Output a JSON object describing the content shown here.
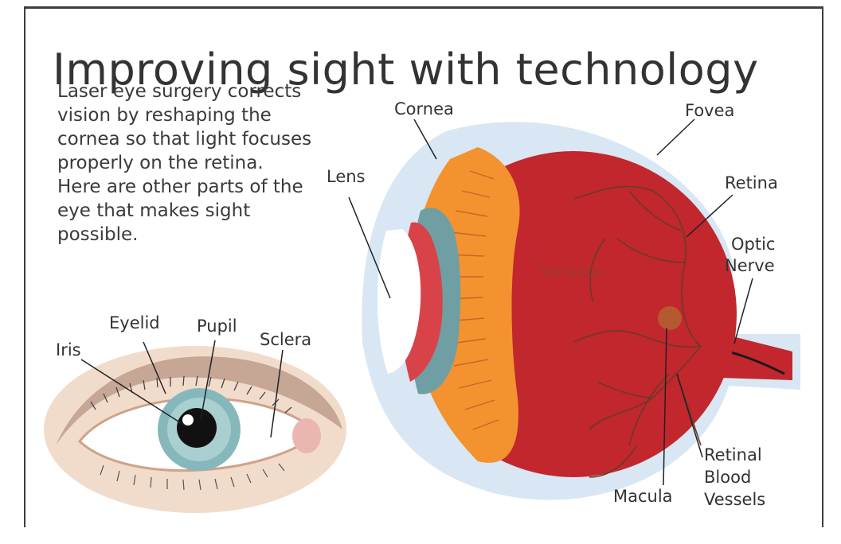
{
  "title": "Improving sight with technology",
  "intro": "Laser eye surgery corrects vision by reshaping the cornea so that light focuses properly on the retina. Here are other parts of the eye that makes sight possible.",
  "external_eye_labels": {
    "eyelid": "Eyelid",
    "pupil": "Pupil",
    "iris": "Iris",
    "sclera": "Sclera"
  },
  "eyeball_labels": {
    "cornea": "Cornea",
    "fovea": "Fovea",
    "lens": "Lens",
    "retina": "Retina",
    "optic_nerve_line1": "Optic",
    "optic_nerve_line2": "Nerve",
    "vitreous": "Vitreous",
    "macula": "Macula",
    "vessels_line1": "Retinal",
    "vessels_line2": "Blood",
    "vessels_line3": "Vessels"
  },
  "colors": {
    "eyeball_red": "#c1272d",
    "lens_orange": "#f4922f",
    "iris_teal": "#7fb3b6",
    "outer_glow": "#d8e7f3",
    "skin": "#efd3bd",
    "vessel": "#6b3a2a"
  }
}
